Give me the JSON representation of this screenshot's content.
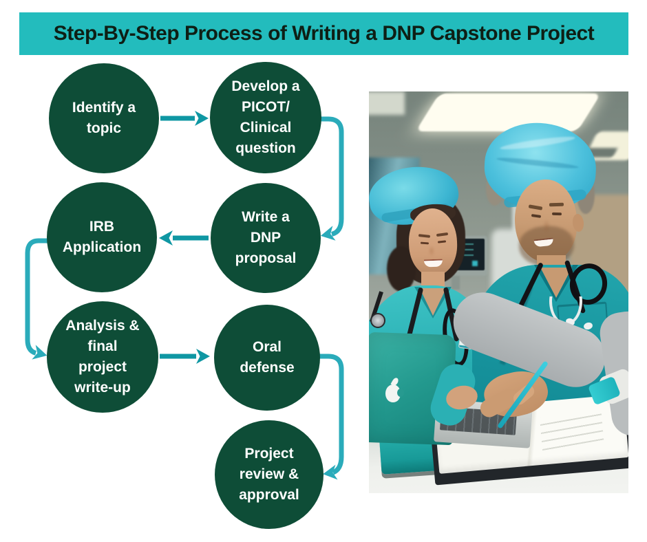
{
  "title": "Step-By-Step Process of Writing a DNP Capstone Project",
  "colors": {
    "banner_bg": "#23bcbd",
    "banner_text": "#0e1f15",
    "circle_bg": "#0e4d37",
    "circle_text": "#ffffff",
    "arrow": "#0f97a3",
    "arrow_curved": "#2aabba",
    "background": "#ffffff"
  },
  "flowchart": {
    "steps": [
      {
        "order": 1,
        "label": "Identify a topic",
        "lines": [
          "Identify a",
          "topic"
        ]
      },
      {
        "order": 2,
        "label": "Develop a PICOT/ Clinical question",
        "lines": [
          "Develop a",
          "PICOT/",
          "Clinical",
          "question"
        ]
      },
      {
        "order": 3,
        "label": "Write a DNP proposal",
        "lines": [
          "Write a",
          "DNP",
          "proposal"
        ]
      },
      {
        "order": 4,
        "label": "IRB Application",
        "lines": [
          "IRB",
          "Application"
        ]
      },
      {
        "order": 5,
        "label": "Analysis & final project write-up",
        "lines": [
          "Analysis &",
          "final",
          "project",
          "write-up"
        ]
      },
      {
        "order": 6,
        "label": "Oral defense",
        "lines": [
          "Oral",
          "defense"
        ]
      },
      {
        "order": 7,
        "label": "Project review & approval",
        "lines": [
          "Project",
          "review &",
          "approval"
        ]
      }
    ],
    "connections": [
      {
        "from": "Identify a topic",
        "to": "Develop a PICOT/ Clinical question"
      },
      {
        "from": "Develop a PICOT/ Clinical question",
        "to": "Write a DNP proposal"
      },
      {
        "from": "Write a DNP proposal",
        "to": "IRB Application"
      },
      {
        "from": "IRB Application",
        "to": "Analysis & final project write-up"
      },
      {
        "from": "Analysis & final project write-up",
        "to": "Oral defense"
      },
      {
        "from": "Oral defense",
        "to": "Project review & approval"
      }
    ]
  },
  "photo": {
    "alt": "Two clinicians in teal scrubs and surgical caps smiling over a teal laptop while one writes in an open notebook"
  }
}
